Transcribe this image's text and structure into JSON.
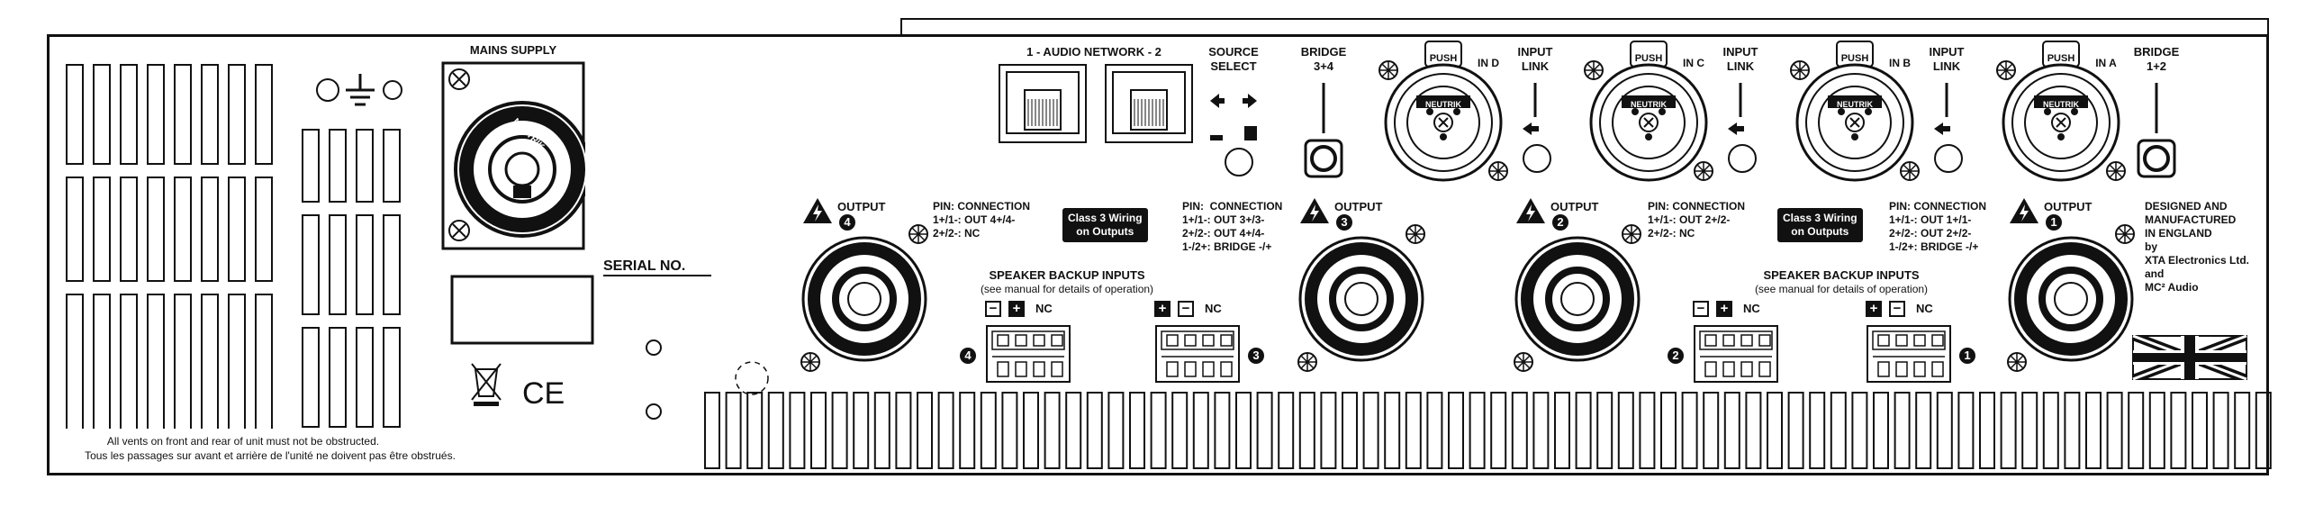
{
  "mains": {
    "label": "MAINS SUPPLY",
    "brand": "NEUTRIK"
  },
  "serial": {
    "label": "SERIAL NO."
  },
  "ce": {
    "label": "CE"
  },
  "network": {
    "label": "1 - AUDIO NETWORK - 2"
  },
  "source_select": {
    "label": "SOURCE\nSELECT"
  },
  "bridge_34": {
    "label": "BRIDGE\n3+4"
  },
  "bridge_12": {
    "label": "BRIDGE\n1+2"
  },
  "inputs": [
    {
      "id": "D",
      "in_label": "IN D",
      "push": "PUSH",
      "brand": "NEUTRIK"
    },
    {
      "id": "C",
      "in_label": "IN C",
      "push": "PUSH",
      "brand": "NEUTRIK"
    },
    {
      "id": "B",
      "in_label": "IN B",
      "push": "PUSH",
      "brand": "NEUTRIK"
    },
    {
      "id": "A",
      "in_label": "IN A",
      "push": "PUSH",
      "brand": "NEUTRIK"
    }
  ],
  "input_link": {
    "label": "INPUT\nLINK"
  },
  "outputs": [
    {
      "num": "4",
      "label": "OUTPUT"
    },
    {
      "num": "3",
      "label": "OUTPUT"
    },
    {
      "num": "2",
      "label": "OUTPUT"
    },
    {
      "num": "1",
      "label": "OUTPUT"
    }
  ],
  "pin_blocks": [
    {
      "text": "PIN: CONNECTION\n1+/1-: OUT 4+/4-\n2+/2-: NC"
    },
    {
      "text": "PIN:  CONNECTION\n1+/1-: OUT 3+/3-\n2+/2-: OUT 4+/4-\n1-/2+: BRIDGE -/+"
    },
    {
      "text": "PIN: CONNECTION\n1+/1-: OUT 2+/2-\n2+/2-: NC"
    },
    {
      "text": "PIN: CONNECTION\n1+/1-: OUT 1+/1-\n2+/2-: OUT 2+/2-\n1-/2+: BRIDGE -/+"
    }
  ],
  "class3": {
    "text": "Class 3 Wiring\non Outputs"
  },
  "speaker_backup": {
    "title": "SPEAKER BACKUP INPUTS",
    "subtitle": "(see manual for details of operation)"
  },
  "terminal_signs": {
    "minus": "−",
    "plus": "+",
    "nc": "NC"
  },
  "terminal_nums": [
    "4",
    "3",
    "2",
    "1"
  ],
  "designed": {
    "text": "DESIGNED AND\nMANUFACTURED\nIN ENGLAND\nby\nXTA Electronics Ltd.\nand\nMC² Audio"
  },
  "warning": {
    "line1": "All vents on front and rear of unit must not be obstructed.",
    "line2": "Tous les passages sur avant et arrière de l'unité ne doivent pas être obstrués."
  }
}
